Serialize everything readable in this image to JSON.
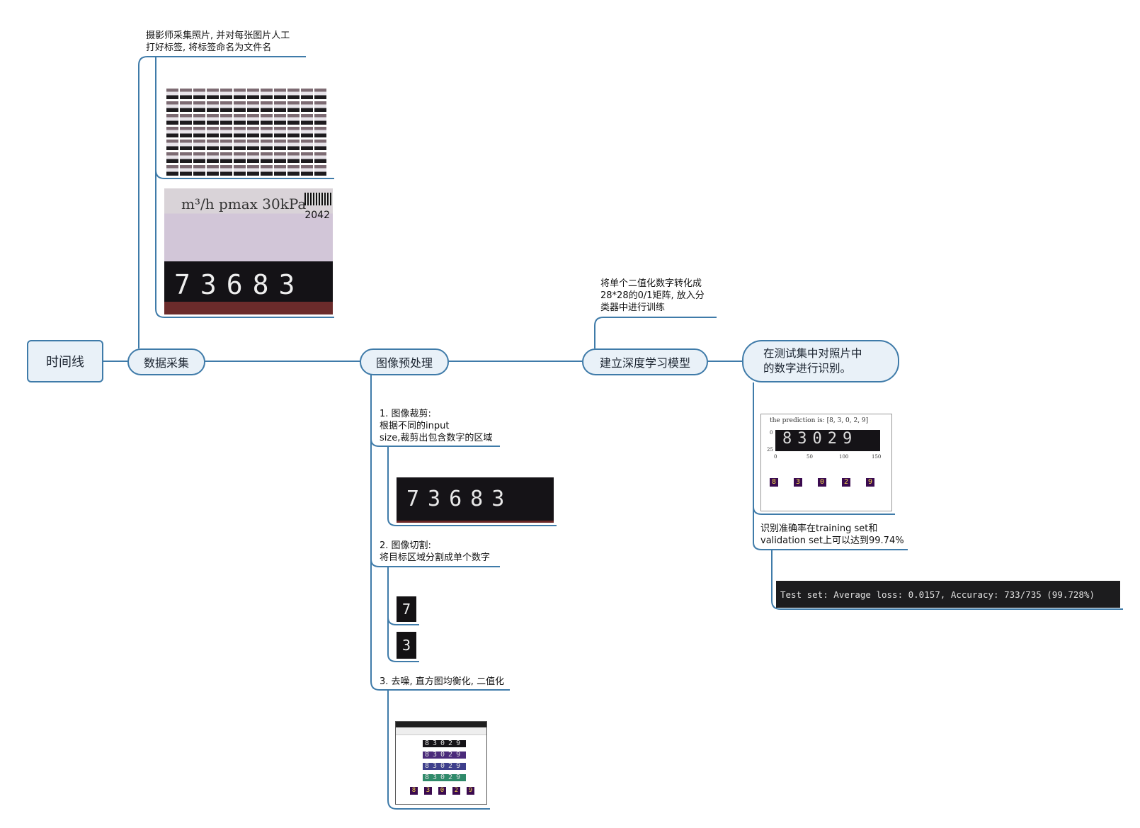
{
  "root": {
    "label": "时间线"
  },
  "stages": {
    "collect": {
      "label": "数据采集",
      "note": "摄影师采集照片, 并对每张图片人工\n打好标签, 将标签命名为文件名",
      "meter_unit": "m³/h  pmax 30kPa",
      "meter_code": "2042",
      "meter_digits": "73683"
    },
    "preprocess": {
      "label": "图像预处理",
      "step1": "1. 图像裁剪:\n根据不同的input\nsize,裁剪出包含数字的区域",
      "step1_digits": "73683",
      "step2": "2. 图像切割:\n将目标区域分割成单个数字",
      "step2_digit_a": "7",
      "step2_digit_b": "3",
      "step3": "3. 去噪, 直方图均衡化, 二值化",
      "step3_digits": "83029"
    },
    "model": {
      "label": "建立深度学习模型",
      "note": "将单个二值化数字转化成\n28*28的0/1矩阵, 放入分\n类器中进行训练"
    },
    "recognize": {
      "label": "在测试集中对照片中\n的数字进行识别。",
      "prediction_title": "the prediction is: [8, 3, 0, 2, 9]",
      "prediction_digits": "83029",
      "axis_y": [
        "0",
        "25"
      ],
      "axis_x": [
        "0",
        "50",
        "100",
        "150"
      ],
      "cells": [
        "8",
        "3",
        "0",
        "2",
        "9"
      ],
      "accuracy_note": "识别准确率在training set和\nvalidation set上可以达到99.74%",
      "console": "Test set: Average loss: 0.0157, Accuracy: 733/735 (99.728%)"
    }
  },
  "colors": {
    "line": "#3f7ba9",
    "node_fill": "#e9f1f8"
  }
}
